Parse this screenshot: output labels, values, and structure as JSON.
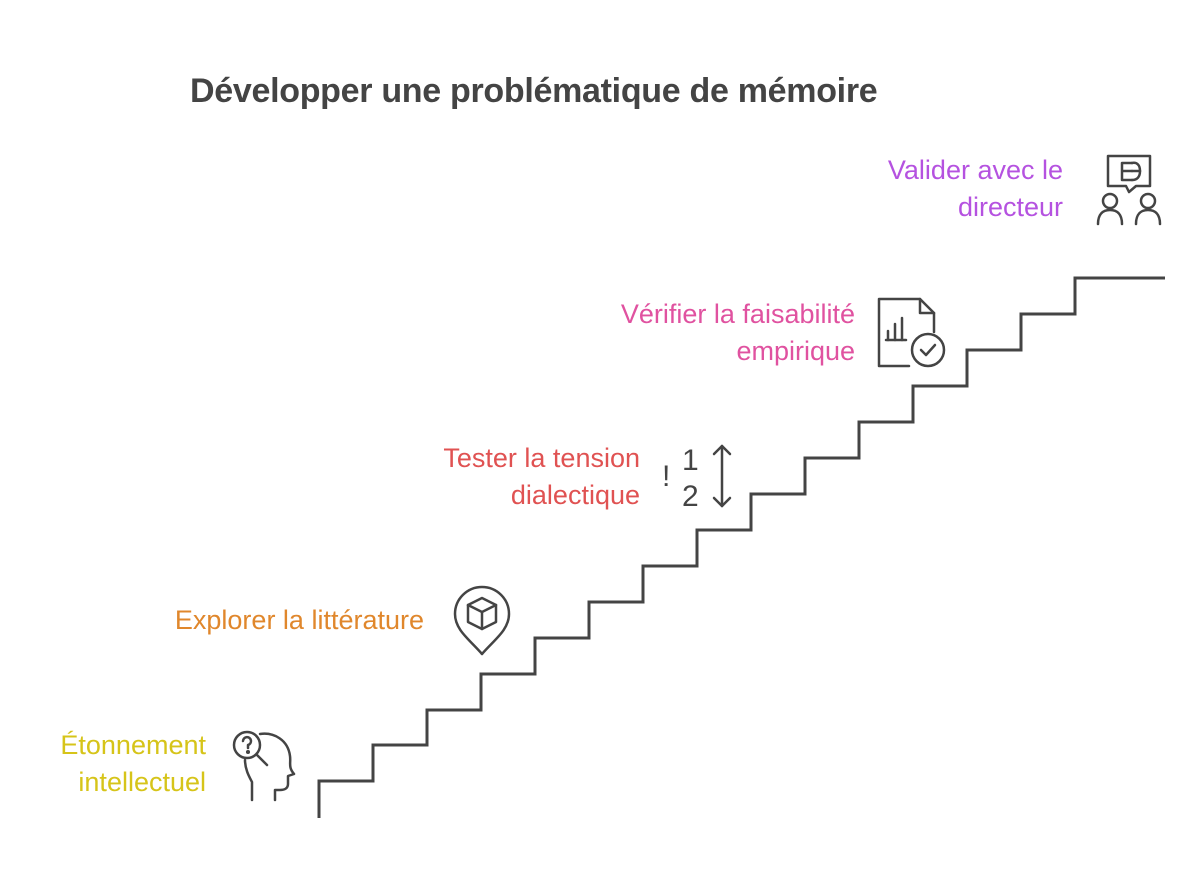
{
  "title": "Développer une problématique de mémoire",
  "steps": [
    {
      "lines": [
        "Étonnement",
        "intellectuel"
      ],
      "color": "#d6c419",
      "icon": "head-question-magnifier-icon"
    },
    {
      "lines": [
        "Explorer la littérature"
      ],
      "color": "#e0872c",
      "icon": "location-pin-book-icon"
    },
    {
      "lines": [
        "Tester la tension",
        "dialectique"
      ],
      "color": "#e05252",
      "icon": "numbered-order-arrows-icon",
      "icon_glyphs": {
        "exclaim": "!",
        "one": "1",
        "two": "2"
      }
    },
    {
      "lines": [
        "Vérifier la faisabilité",
        "empirique"
      ],
      "color": "#e052a0",
      "icon": "chart-document-check-icon"
    },
    {
      "lines": [
        "Valider avec le",
        "directeur"
      ],
      "color": "#b552e0",
      "icon": "two-people-discussion-icon"
    }
  ],
  "colors": {
    "title": "#444444",
    "stairs": "#444444",
    "icons": "#444444"
  }
}
